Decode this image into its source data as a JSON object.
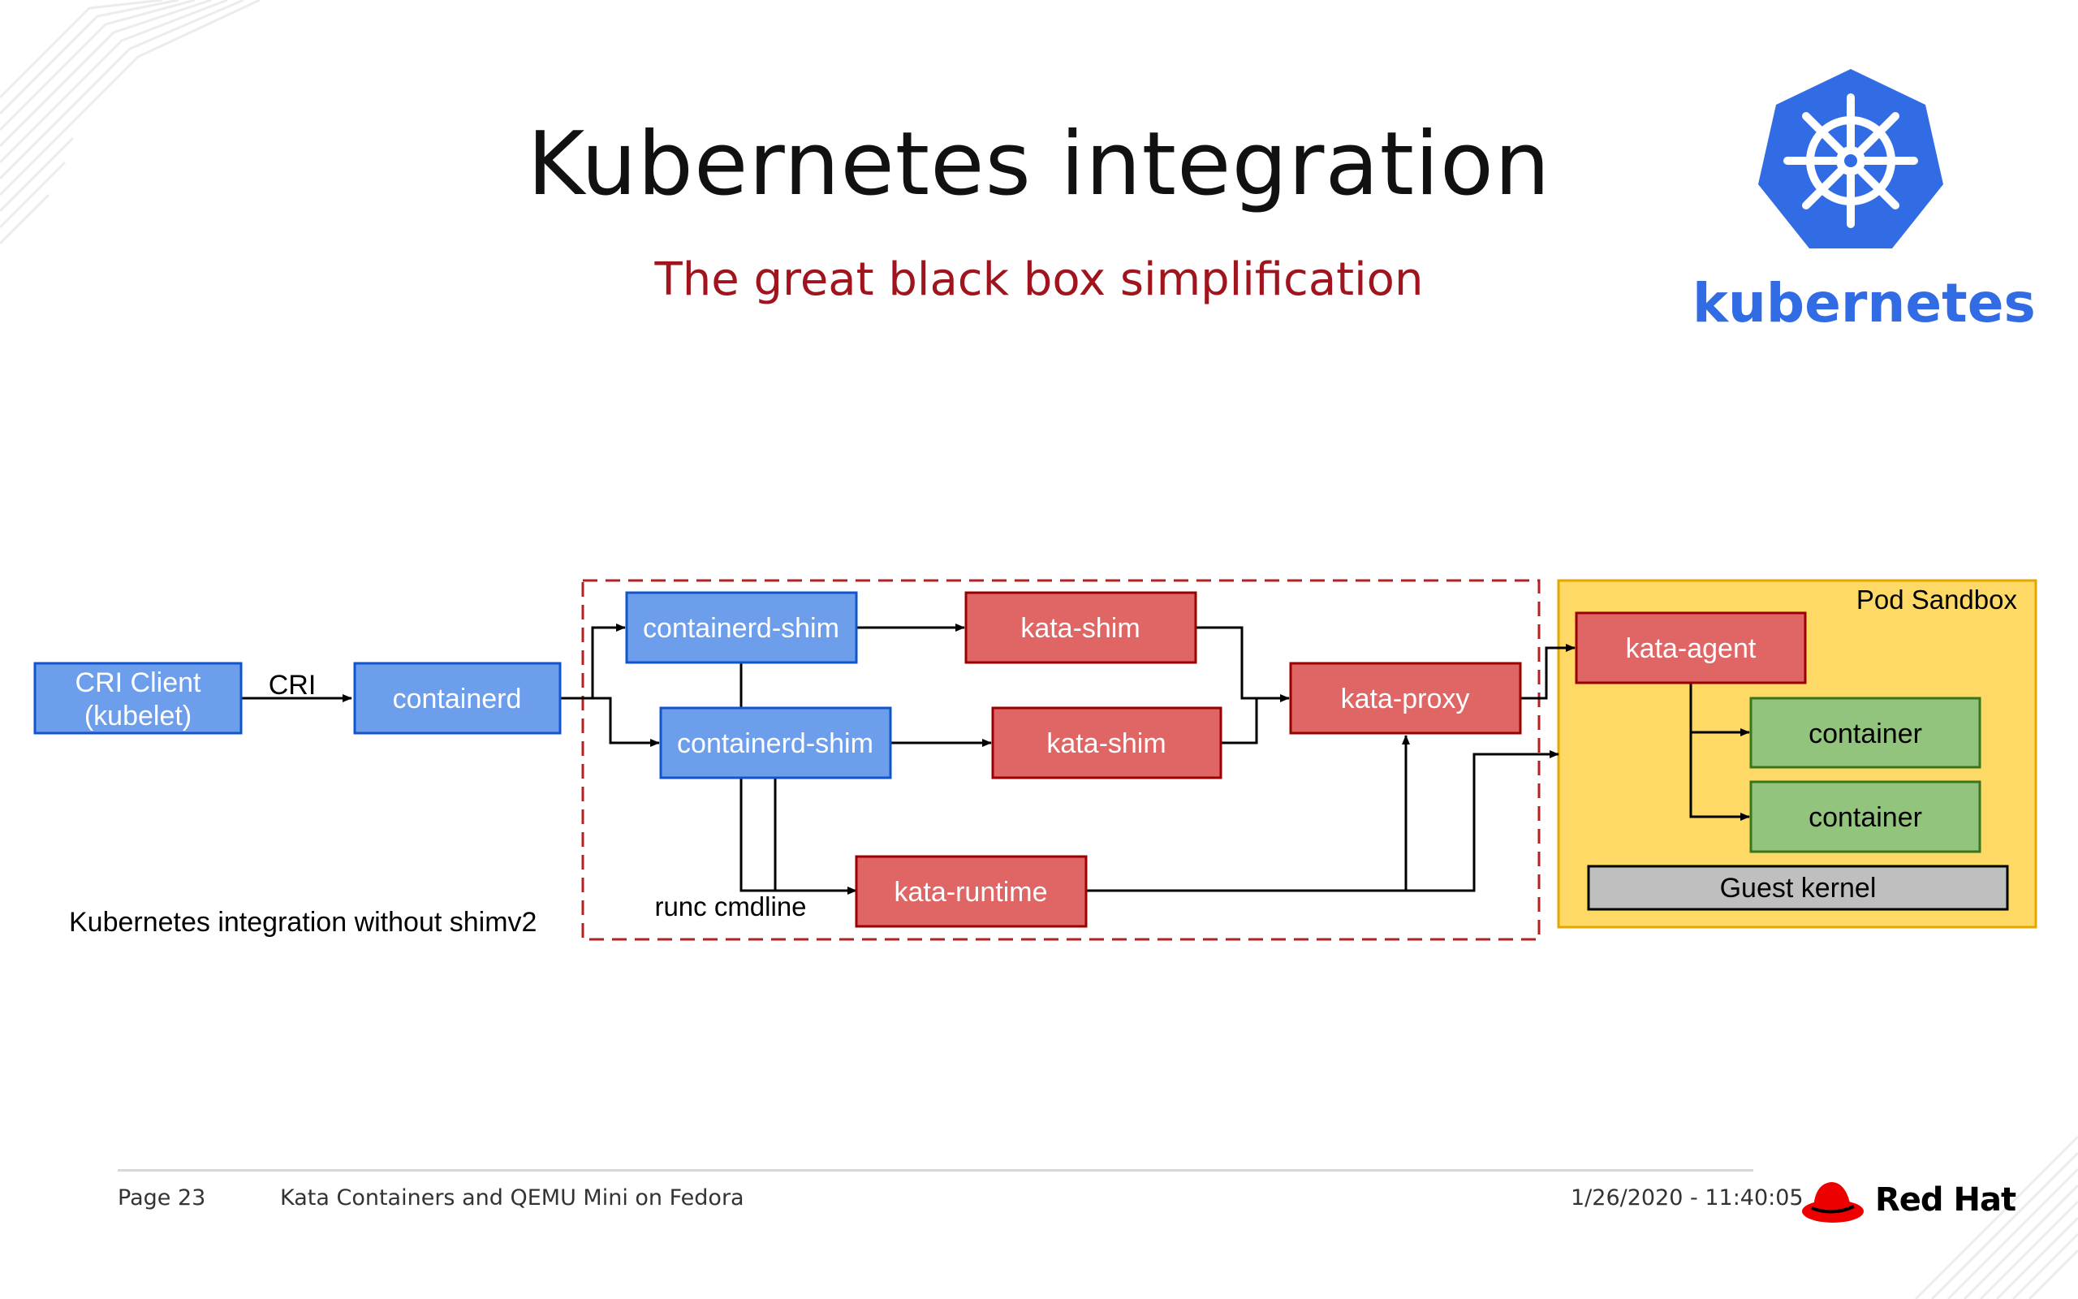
{
  "slide": {
    "title": "Kubernetes integration",
    "subtitle": "The great black box simplification"
  },
  "logo": {
    "kubernetes_word": "kubernetes",
    "redhat_word": "Red Hat"
  },
  "diagram": {
    "cri_client_line1": "CRI Client",
    "cri_client_line2": "(kubelet)",
    "cri_label": "CRI",
    "containerd": "containerd",
    "containerd_shim_1": "containerd-shim",
    "containerd_shim_2": "containerd-shim",
    "kata_shim_1": "kata-shim",
    "kata_shim_2": "kata-shim",
    "kata_proxy": "kata-proxy",
    "kata_runtime": "kata-runtime",
    "runc_cmdline": "runc cmdline",
    "pod_sandbox": "Pod Sandbox",
    "kata_agent": "kata-agent",
    "container_1": "container",
    "container_2": "container",
    "guest_kernel": "Guest kernel",
    "caption": "Kubernetes integration without shimv2"
  },
  "footer": {
    "page": "Page 23",
    "presentation": "Kata Containers and QEMU Mini on Fedora",
    "datetime": "1/26/2020 - 11:40:05"
  },
  "colors": {
    "blue_box": "#6d9eeb",
    "red_box": "#e06666",
    "green_box": "#93c47d",
    "sandbox": "#ffd966",
    "guest_kernel": "#bfbfbf",
    "subtitle": "#a0141e",
    "kubernetes_blue": "#326ce5",
    "redhat_red": "#ee0000"
  }
}
